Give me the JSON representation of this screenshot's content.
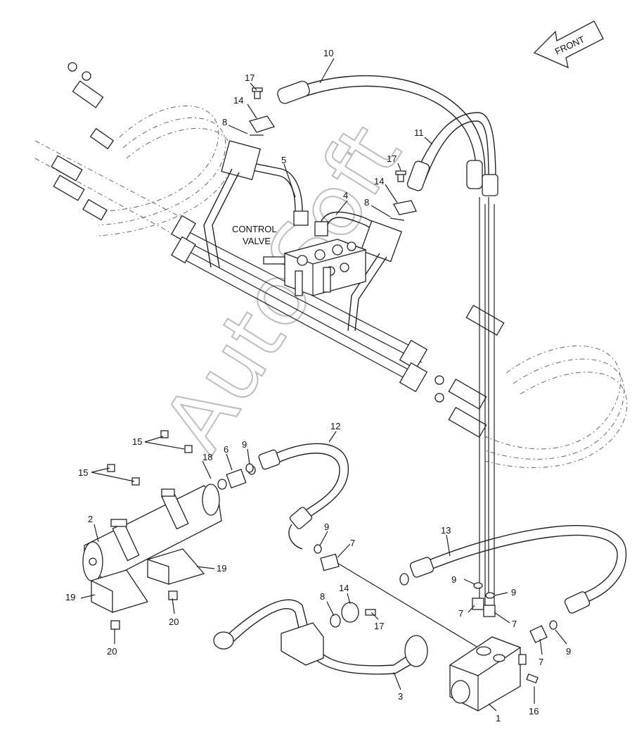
{
  "diagram": {
    "watermark": "AutoSoft",
    "front_label": "FRONT",
    "control_valve_label": [
      "CONTROL",
      "VALVE"
    ],
    "callouts": {
      "c10": "10",
      "c17a": "17",
      "c14a": "14",
      "c8a": "8",
      "c5": "5",
      "c11": "11",
      "c17b": "17",
      "c14b": "14",
      "c4": "4",
      "c8b": "8",
      "c12": "12",
      "c15a": "15",
      "c6": "6",
      "c9a": "9",
      "c18": "18",
      "c15b": "15",
      "c2": "2",
      "c9b": "9",
      "c7a": "7",
      "c13": "13",
      "c19a": "19",
      "c19b": "19",
      "c20a": "20",
      "c20b": "20",
      "c14c": "14",
      "c8c": "8",
      "c17c": "17",
      "c9c": "9",
      "c9d": "9",
      "c7b": "7",
      "c7c": "7",
      "c7d": "7",
      "c9e": "9",
      "c3": "3",
      "c16": "16",
      "c1": "1"
    }
  }
}
